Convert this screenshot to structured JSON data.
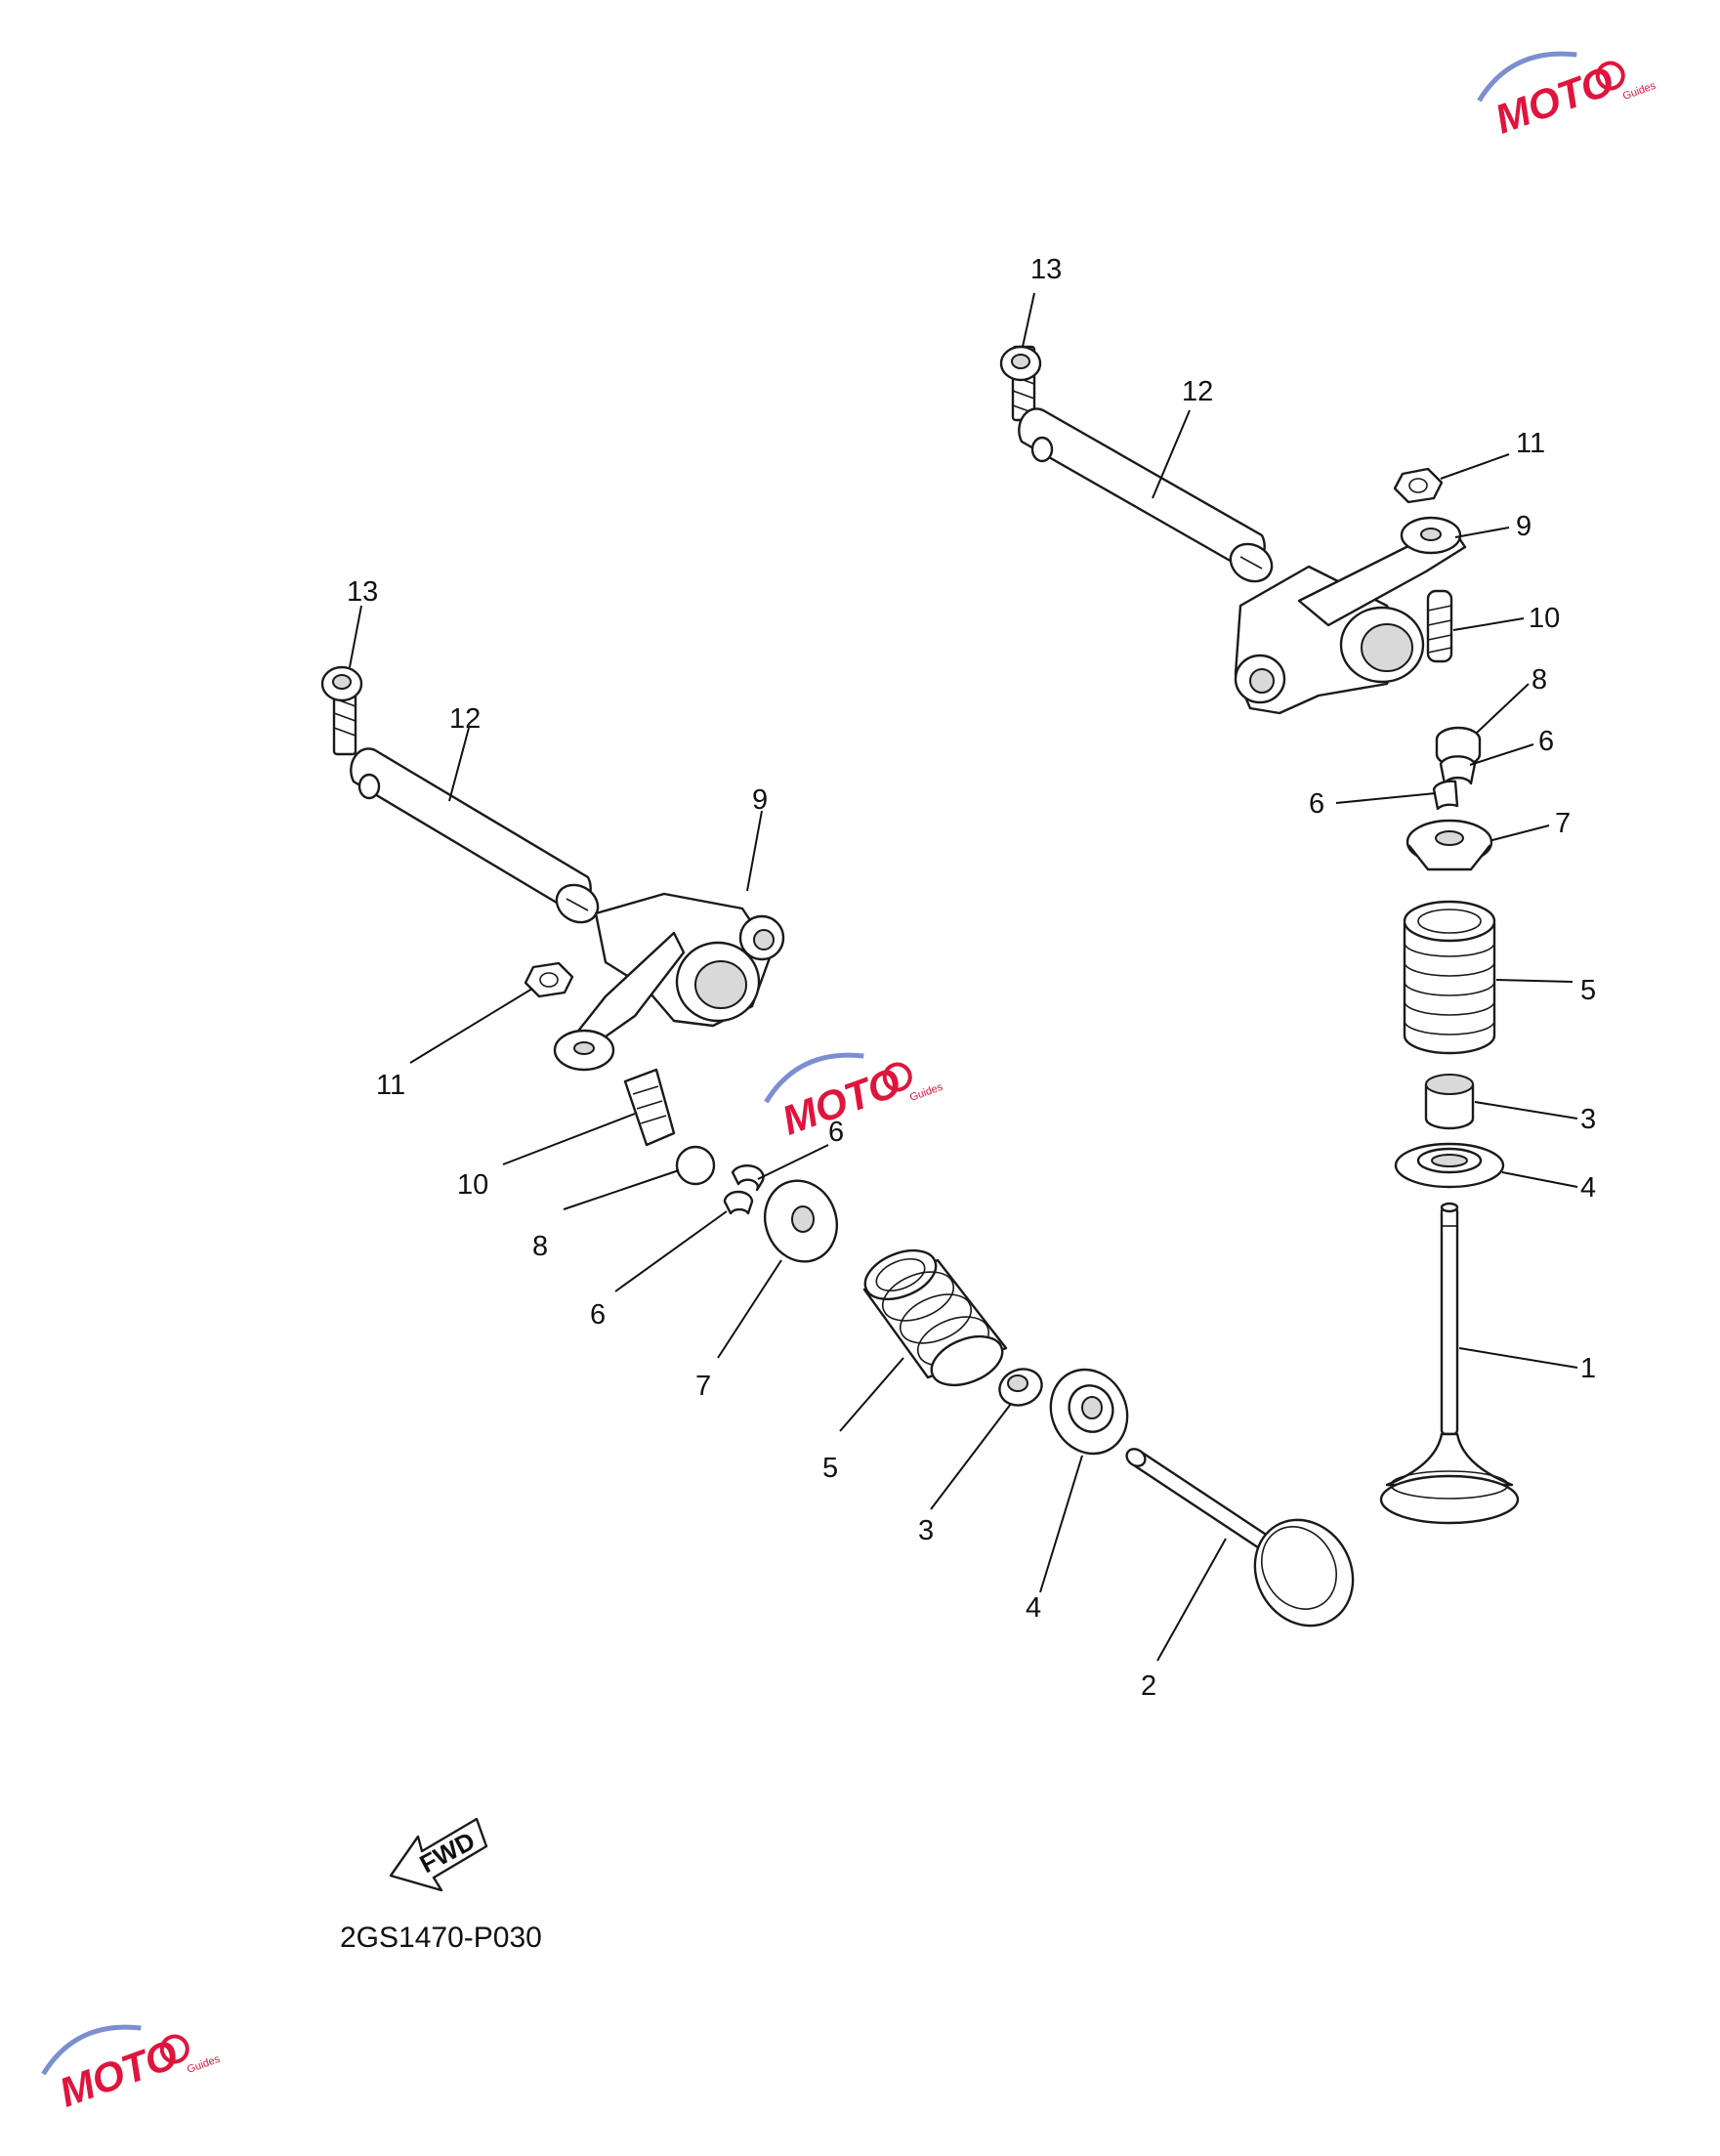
{
  "diagram_code": "2GS1470-P030",
  "fwd_label": "FWD",
  "watermark": {
    "text": "MOTO",
    "sub": "Guides",
    "colors": {
      "primary": "#e0143c",
      "secondary": "#7b8fd0"
    }
  },
  "callouts": {
    "valve_exhaust": "1",
    "valve_intake": "2",
    "seal_right": "3",
    "seal_left": "3",
    "seat_right": "4",
    "seat_left": "4",
    "spring_right": "5",
    "spring_left": "5",
    "cotter_right_a": "6",
    "cotter_right_b": "6",
    "cotter_left_a": "6",
    "cotter_left_b": "6",
    "retainer_right": "7",
    "retainer_left": "7",
    "cap_right": "8",
    "cap_left": "8",
    "arm_right": "9",
    "arm_left": "9",
    "adjuster_right": "10",
    "adjuster_left": "10",
    "nut_right": "11",
    "nut_left": "11",
    "shaft_right": "12",
    "shaft_left": "12",
    "bolt_right": "13",
    "bolt_left": "13"
  }
}
